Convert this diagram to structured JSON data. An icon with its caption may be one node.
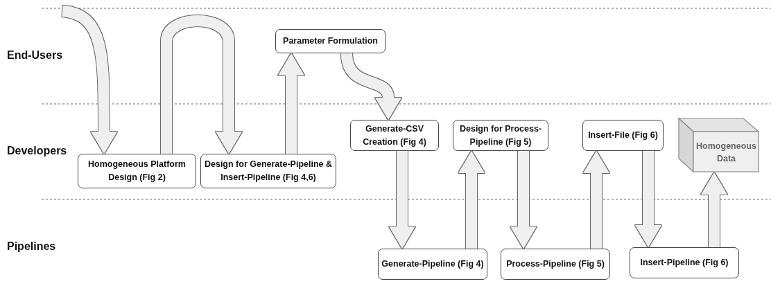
{
  "diagram": {
    "nodes": [
      {
        "text": [
          "Homogeneous Platform Design (Fig 2)"
        ]
      },
      {
        "text": [
          "Design for Generate-Pipeline & Insert-Pipeline (Fig 4,6)"
        ]
      },
      {
        "text": [
          "Parameter Formulation"
        ]
      },
      {
        "text": [
          "Generate-CSV Creation (Fig 4)"
        ]
      },
      {
        "text": [
          "Generate-Pipeline (Fig 4)"
        ]
      },
      {
        "text": [
          "Design for Process-Pipeline (Fig 5)"
        ]
      },
      {
        "text": [
          "Process-Pipeline (Fig 5)"
        ]
      },
      {
        "text": [
          "Insert-File (Fig 6)"
        ]
      },
      {
        "text": [
          "Insert-Pipeline (Fig 6)"
        ]
      },
      {
        "text": [
          "Homogeneous Data"
        ]
      }
    ],
    "edges": [
      {
        "from": null,
        "to": 0,
        "arrow": "to"
      },
      {
        "from": 0,
        "to": 1,
        "arrow": "to"
      },
      {
        "from": 1,
        "to": 2,
        "arrow": "to"
      },
      {
        "from": 2,
        "to": 3,
        "arrow": "to"
      },
      {
        "from": 3,
        "to": 4,
        "arrow": "to"
      },
      {
        "from": 4,
        "to": 5,
        "arrow": "to"
      },
      {
        "from": 5,
        "to": 6,
        "arrow": "to"
      },
      {
        "from": 6,
        "to": 7,
        "arrow": "to"
      },
      {
        "from": 7,
        "to": 8,
        "arrow": "to"
      },
      {
        "from": 8,
        "to": 9,
        "arrow": "to"
      }
    ],
    "labels": [
      "End-Users",
      "Developers",
      "Pipelines"
    ]
  }
}
